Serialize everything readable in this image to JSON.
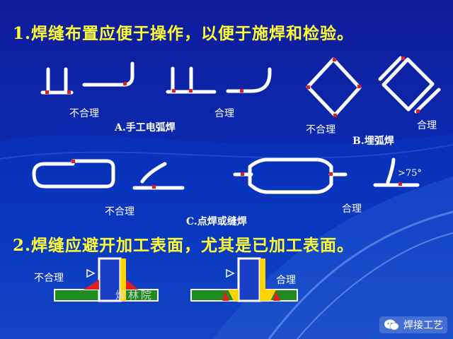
{
  "heading1": "1.焊缝布置应便于操作，以便于施焊和检验。",
  "heading2": "2.焊缝应避开加工表面，尤其是已加工表面。",
  "labels": {
    "a_bad": "不合理",
    "a_good": "合理",
    "a_caption": "A.手工电弧焊",
    "b_bad": "不合理",
    "b_good": "合理",
    "b_caption": "B.埋弧焊",
    "c_bad": "不合理",
    "c_good": "合理",
    "c_caption": "C.点焊或缝焊",
    "angle": ">75°",
    "s2_bad": "不合理",
    "s2_good": "合理"
  },
  "stamp_text": "焊林院",
  "watermark_text": "焊接工艺",
  "colors": {
    "background": "#0b2ab0",
    "heading": "#ffff33",
    "weld": "#e02020",
    "plate_green": "#1f8a1f",
    "weld_yellow": "#ffd400",
    "line": "#ffffff"
  }
}
